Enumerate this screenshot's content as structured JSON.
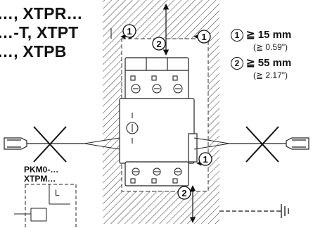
{
  "title_lines": [
    "…, XTPR…",
    "…-T, XTPT",
    "…, XTPB"
  ],
  "dimensions": [
    {
      "marker": "1",
      "value": "≧ 15 mm",
      "inch": "(≧ 0.59\")"
    },
    {
      "marker": "2",
      "value": "≧ 55 mm",
      "inch": "(≧ 2.17\")"
    }
  ],
  "device_labels": [
    "PKM0-…",
    "XTPM…"
  ],
  "schematic_letter": "L"
}
